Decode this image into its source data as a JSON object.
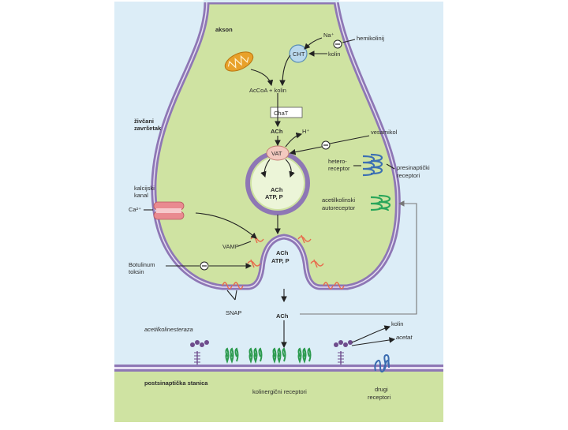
{
  "labels": {
    "akson": "akson",
    "na": "Na⁺",
    "hemikolinij": "hemikolinij",
    "cht": "CHT",
    "kolin_top": "kolin",
    "acoa_kolin": "AcCoA + kolin",
    "chat": "ChaT",
    "zivcani_1": "živčani",
    "zivcani_2": "završetak",
    "ach_top": "ACh",
    "h_plus": "H⁺",
    "vesamikol": "vesamikol",
    "vat": "VAT",
    "hetero_1": "hetero-",
    "hetero_2": "receptor",
    "presinapticki_1": "presinaptički",
    "presinapticki_2": "receptori",
    "vesicle_1": "ACh",
    "vesicle_2": "ATP, P",
    "kalcijski_1": "kalcijski",
    "kalcijski_2": "kanal",
    "ca": "Ca²⁺",
    "acetil_auto_1": "acetilkolinski",
    "acetil_auto_2": "autoreceptor",
    "vamp": "VAMP",
    "fusion_1": "ACh",
    "fusion_2": "ATP, P",
    "botulinum_1": "Botulinum",
    "botulinum_2": "toksin",
    "snap": "SNAP",
    "ach_cleft": "ACh",
    "acetilkolinesteraza": "acetilkolinesteraza",
    "kolin_bottom": "kolin",
    "acetat": "acetat",
    "postsinapticka": "postsinaptička stanica",
    "kolinergicni": "kolinergični receptori",
    "drugi_1": "drugi",
    "drugi_2": "receptori"
  },
  "colors": {
    "background": "#dcedf7",
    "terminal_fill": "#cfe3a2",
    "membrane": "#8e77b5",
    "mitochondrion": "#e8a12a",
    "cht_fill": "#b9d8ec",
    "vat_fill": "#f3c9bf",
    "calcium_channel": "#e98a90",
    "hetero_receptor": "#3b6fb3",
    "auto_receptor": "#29a65a",
    "cholinergic_receptor": "#2b9a4e",
    "other_receptor": "#3a6bb0",
    "snare": "#e86a4c"
  }
}
